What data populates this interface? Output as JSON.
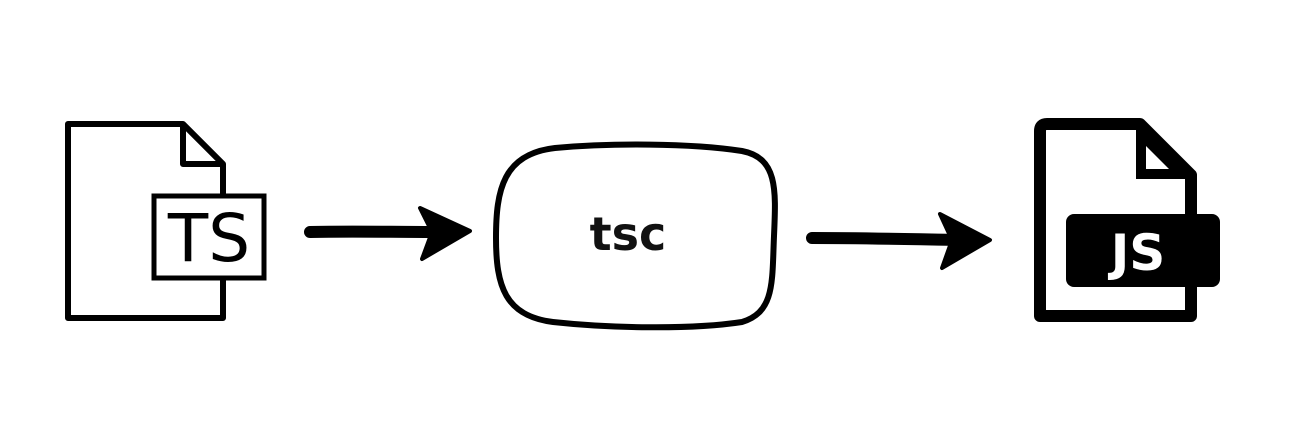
{
  "nodes": {
    "source": {
      "label": "TS",
      "icon": "typescript-file-icon"
    },
    "compiler": {
      "label": "tsc"
    },
    "output": {
      "label": "JS",
      "icon": "javascript-file-icon"
    }
  },
  "edges": [
    {
      "from": "source",
      "to": "compiler"
    },
    {
      "from": "compiler",
      "to": "output"
    }
  ],
  "colors": {
    "stroke": "#000000",
    "background": "#ffffff",
    "js_label_text": "#ffffff"
  }
}
